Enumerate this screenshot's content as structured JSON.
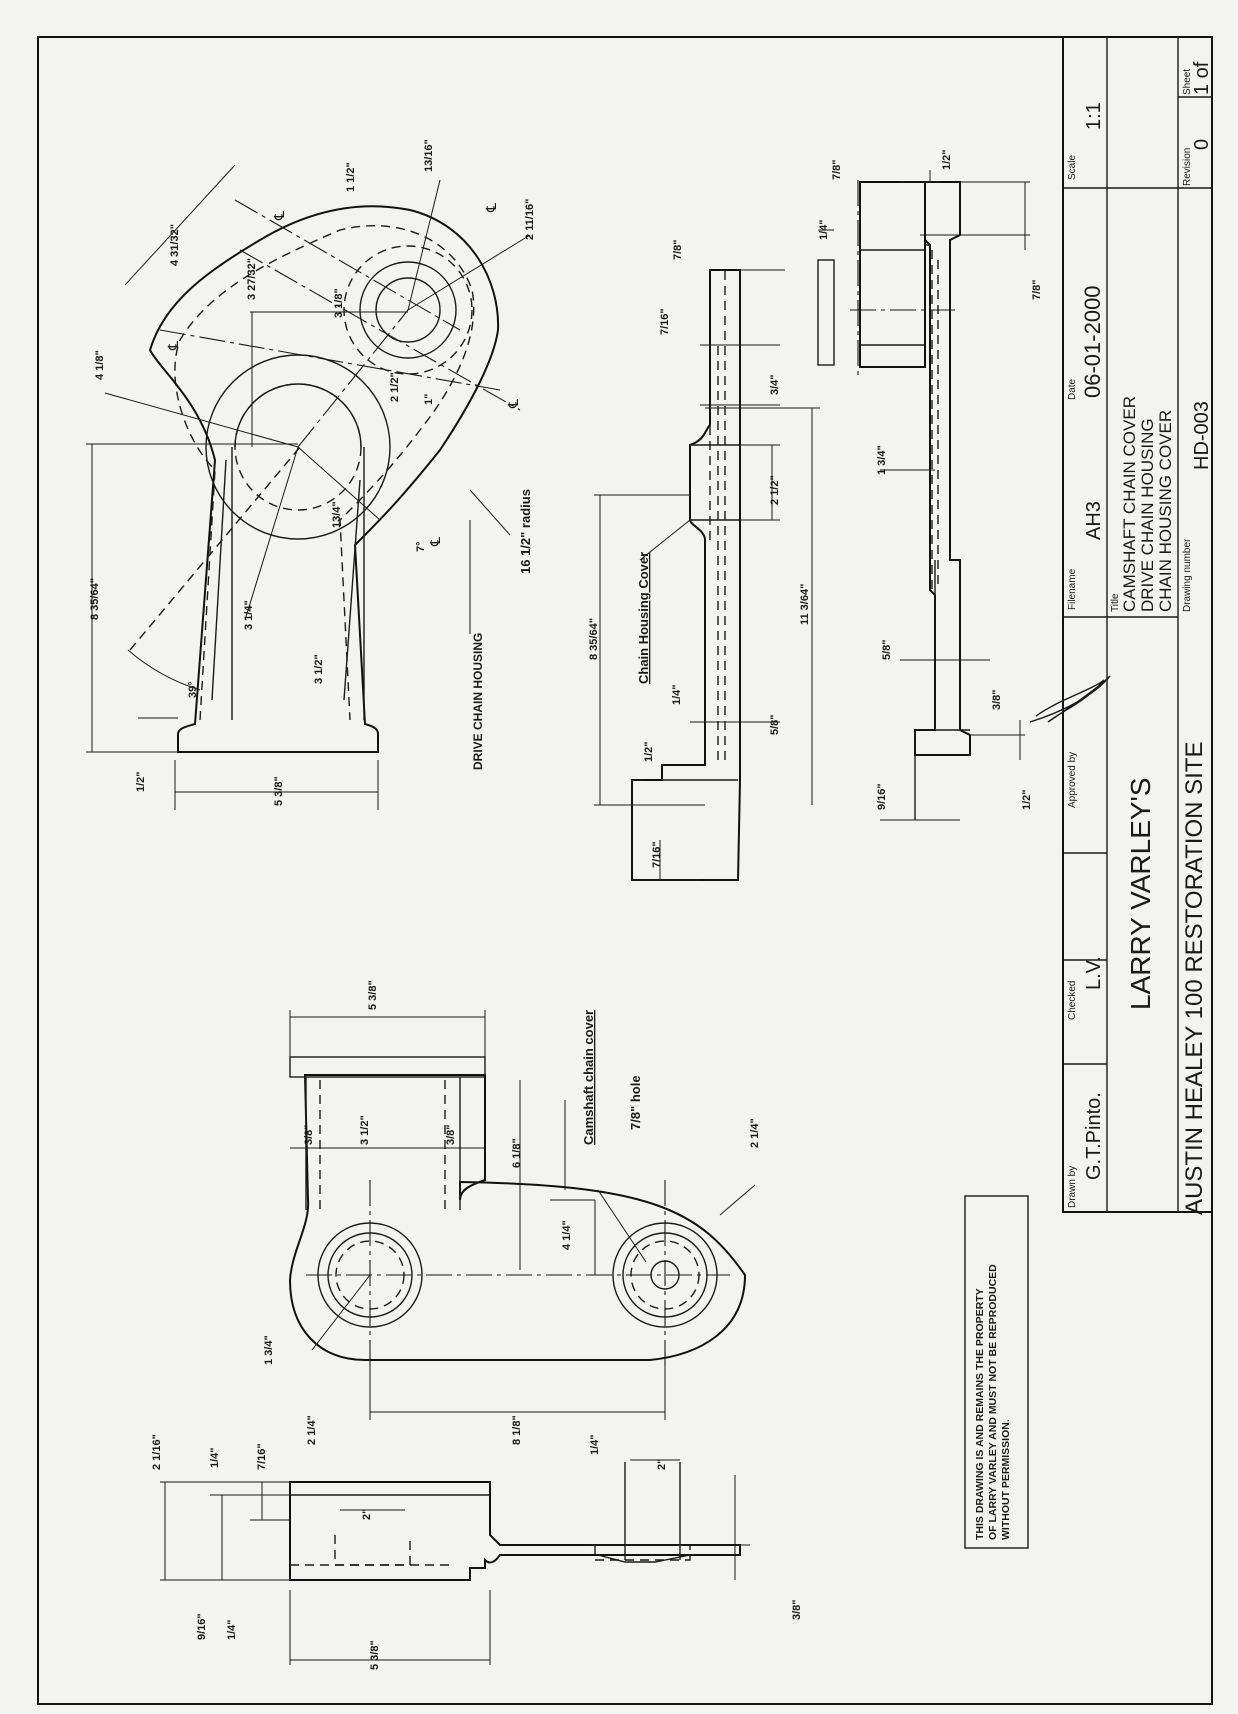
{
  "title_block": {
    "drawn_by_label": "Drawn by",
    "drawn_by": "G.T.Pinto.",
    "checked_label": "Checked",
    "checked": "L.V.",
    "approved_label": "Approved by",
    "filename_label": "Filename",
    "filename": "AH3",
    "date_label": "Date",
    "date": "06-01-2000",
    "scale_label": "Scale",
    "scale": "1:1",
    "title_label": "Title",
    "title_lines": [
      "CAMSHAFT CHAIN COVER",
      "DRIVE CHAIN HOUSING",
      "CHAIN HOUSING COVER"
    ],
    "drawing_number_label": "Drawing number",
    "drawing_number": "HD-003",
    "revision_label": "Revision",
    "revision": "0",
    "sheet_label": "Sheet",
    "sheet": "1 of",
    "owner": "LARRY VARLEY'S",
    "site": "AUSTIN HEALEY 100 RESTORATION SITE"
  },
  "notice": [
    "THIS DRAWING IS AND REMAINS THE PROPERTY",
    "OF LARRY VARLEY AND MUST NOT BE REPRODUCED",
    "WITHOUT PERMISSION."
  ],
  "view_labels": {
    "drive_chain_housing": "DRIVE CHAIN HOUSING",
    "chain_housing_cover": "Chain Housing Cover",
    "camshaft_chain_cover": "Camshaft chain cover",
    "hole_note": "7/8\" hole",
    "radius_note": "16 1/2\" radius",
    "centerline_mark": "℄"
  },
  "dims": {
    "d4_31_32": "4 31/32\"",
    "d3_27_32": "3 27/32\"",
    "d4_1_8": "4 1/8\"",
    "d1_1_2": "1 1/2\"",
    "d13_16": "13/16\"",
    "d2_11_16": "2 11/16\"",
    "d3_1_8": "3 1/8\"",
    "d2_1_2": "2 1/2\"",
    "d1": "1\"",
    "d13_4": "13/4\"",
    "d3_1_4": "3 1/4\"",
    "d3_1_2": "3 1/2\"",
    "d8_35_64": "8 35/64\"",
    "d39": "39°",
    "d7": "7°",
    "d1_2": "1/2\"",
    "d5_3_8": "5 3/8\"",
    "d7_8": "7/8\"",
    "d7_16": "7/16\"",
    "d3_4": "3/4\"",
    "d2_1_2b": "2 1/2\"",
    "d11_3_64": "11 3/64\"",
    "d1_4": "1/4\"",
    "d5_8": "5/8\"",
    "d1_3_4": "1 3/4\"",
    "d3_8": "3/8\"",
    "d9_16": "9/16\"",
    "d5_3_8b": "5 3/8\"",
    "d3_1_2b": "3 1/2\"",
    "d6_1_8": "6 1/8\"",
    "d4_1_4": "4 1/4\"",
    "d2_1_4": "2 1/4\"",
    "d8_1_8": "8 1/8\"",
    "d2_1_16": "2 1/16\"",
    "d2": "2\""
  }
}
